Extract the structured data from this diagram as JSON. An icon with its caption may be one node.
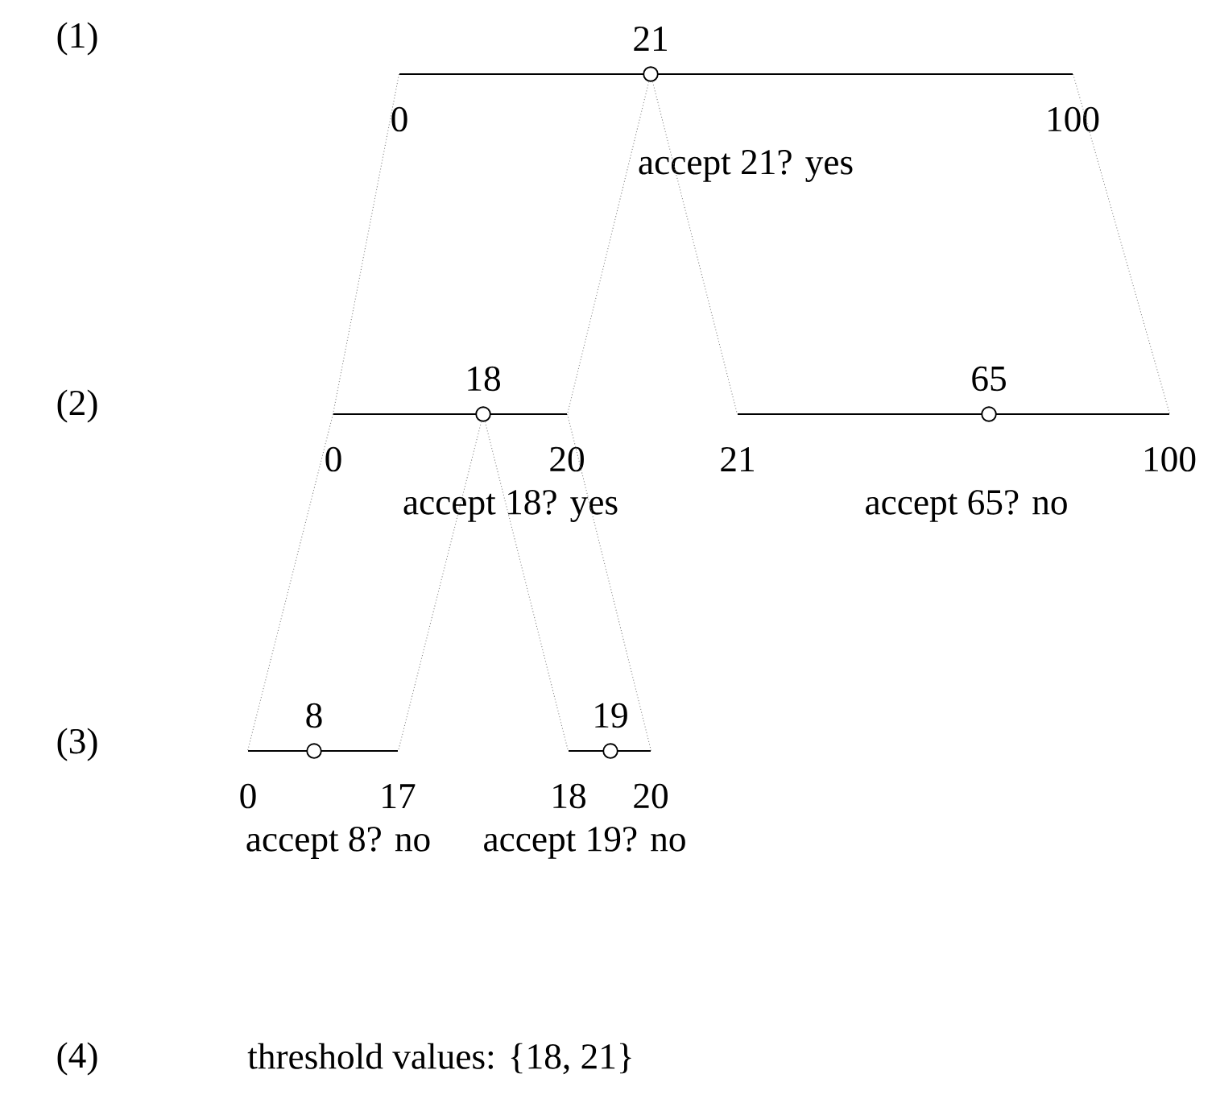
{
  "diagram": {
    "nodes": [
      {
        "text": [
          "21"
        ],
        "beside": [
          "0",
          "100",
          "accept 21? yes"
        ]
      },
      {
        "text": [
          "18"
        ],
        "beside": [
          "0",
          "20",
          "accept 18? yes"
        ]
      },
      {
        "text": [
          "65"
        ],
        "beside": [
          "21",
          "100",
          "accept 65? no"
        ]
      },
      {
        "text": [
          "8"
        ],
        "beside": [
          "0",
          "17",
          "accept 8? no"
        ]
      },
      {
        "text": [
          "19"
        ],
        "beside": [
          "18",
          "20",
          "accept 19? no"
        ]
      },
      {
        "text": [],
        "shape": "circle"
      },
      {
        "text": [],
        "shape": "circle"
      },
      {
        "text": [],
        "shape": "circle"
      },
      {
        "text": [],
        "shape": "circle"
      },
      {
        "text": [],
        "shape": "circle"
      }
    ],
    "edges": [
      {
        "from": 0,
        "to": 1,
        "arrow": "none",
        "style": "dashed"
      },
      {
        "from": 5,
        "to": 1,
        "arrow": "none",
        "style": "dashed"
      },
      {
        "from": 5,
        "to": 2,
        "arrow": "none",
        "style": "dashed"
      },
      {
        "from": 0,
        "to": 2,
        "arrow": "none",
        "style": "dashed"
      },
      {
        "from": 1,
        "to": 3,
        "arrow": "none",
        "style": "dashed"
      },
      {
        "from": 6,
        "to": 3,
        "arrow": "none",
        "style": "dashed"
      },
      {
        "from": 6,
        "to": 4,
        "arrow": "none",
        "style": "dashed"
      },
      {
        "from": 1,
        "to": 4,
        "arrow": "none",
        "style": "dashed"
      }
    ],
    "labels": [
      "(1)",
      "(2)",
      "(3)",
      "(4)",
      "threshold values: {18, 21}"
    ]
  }
}
